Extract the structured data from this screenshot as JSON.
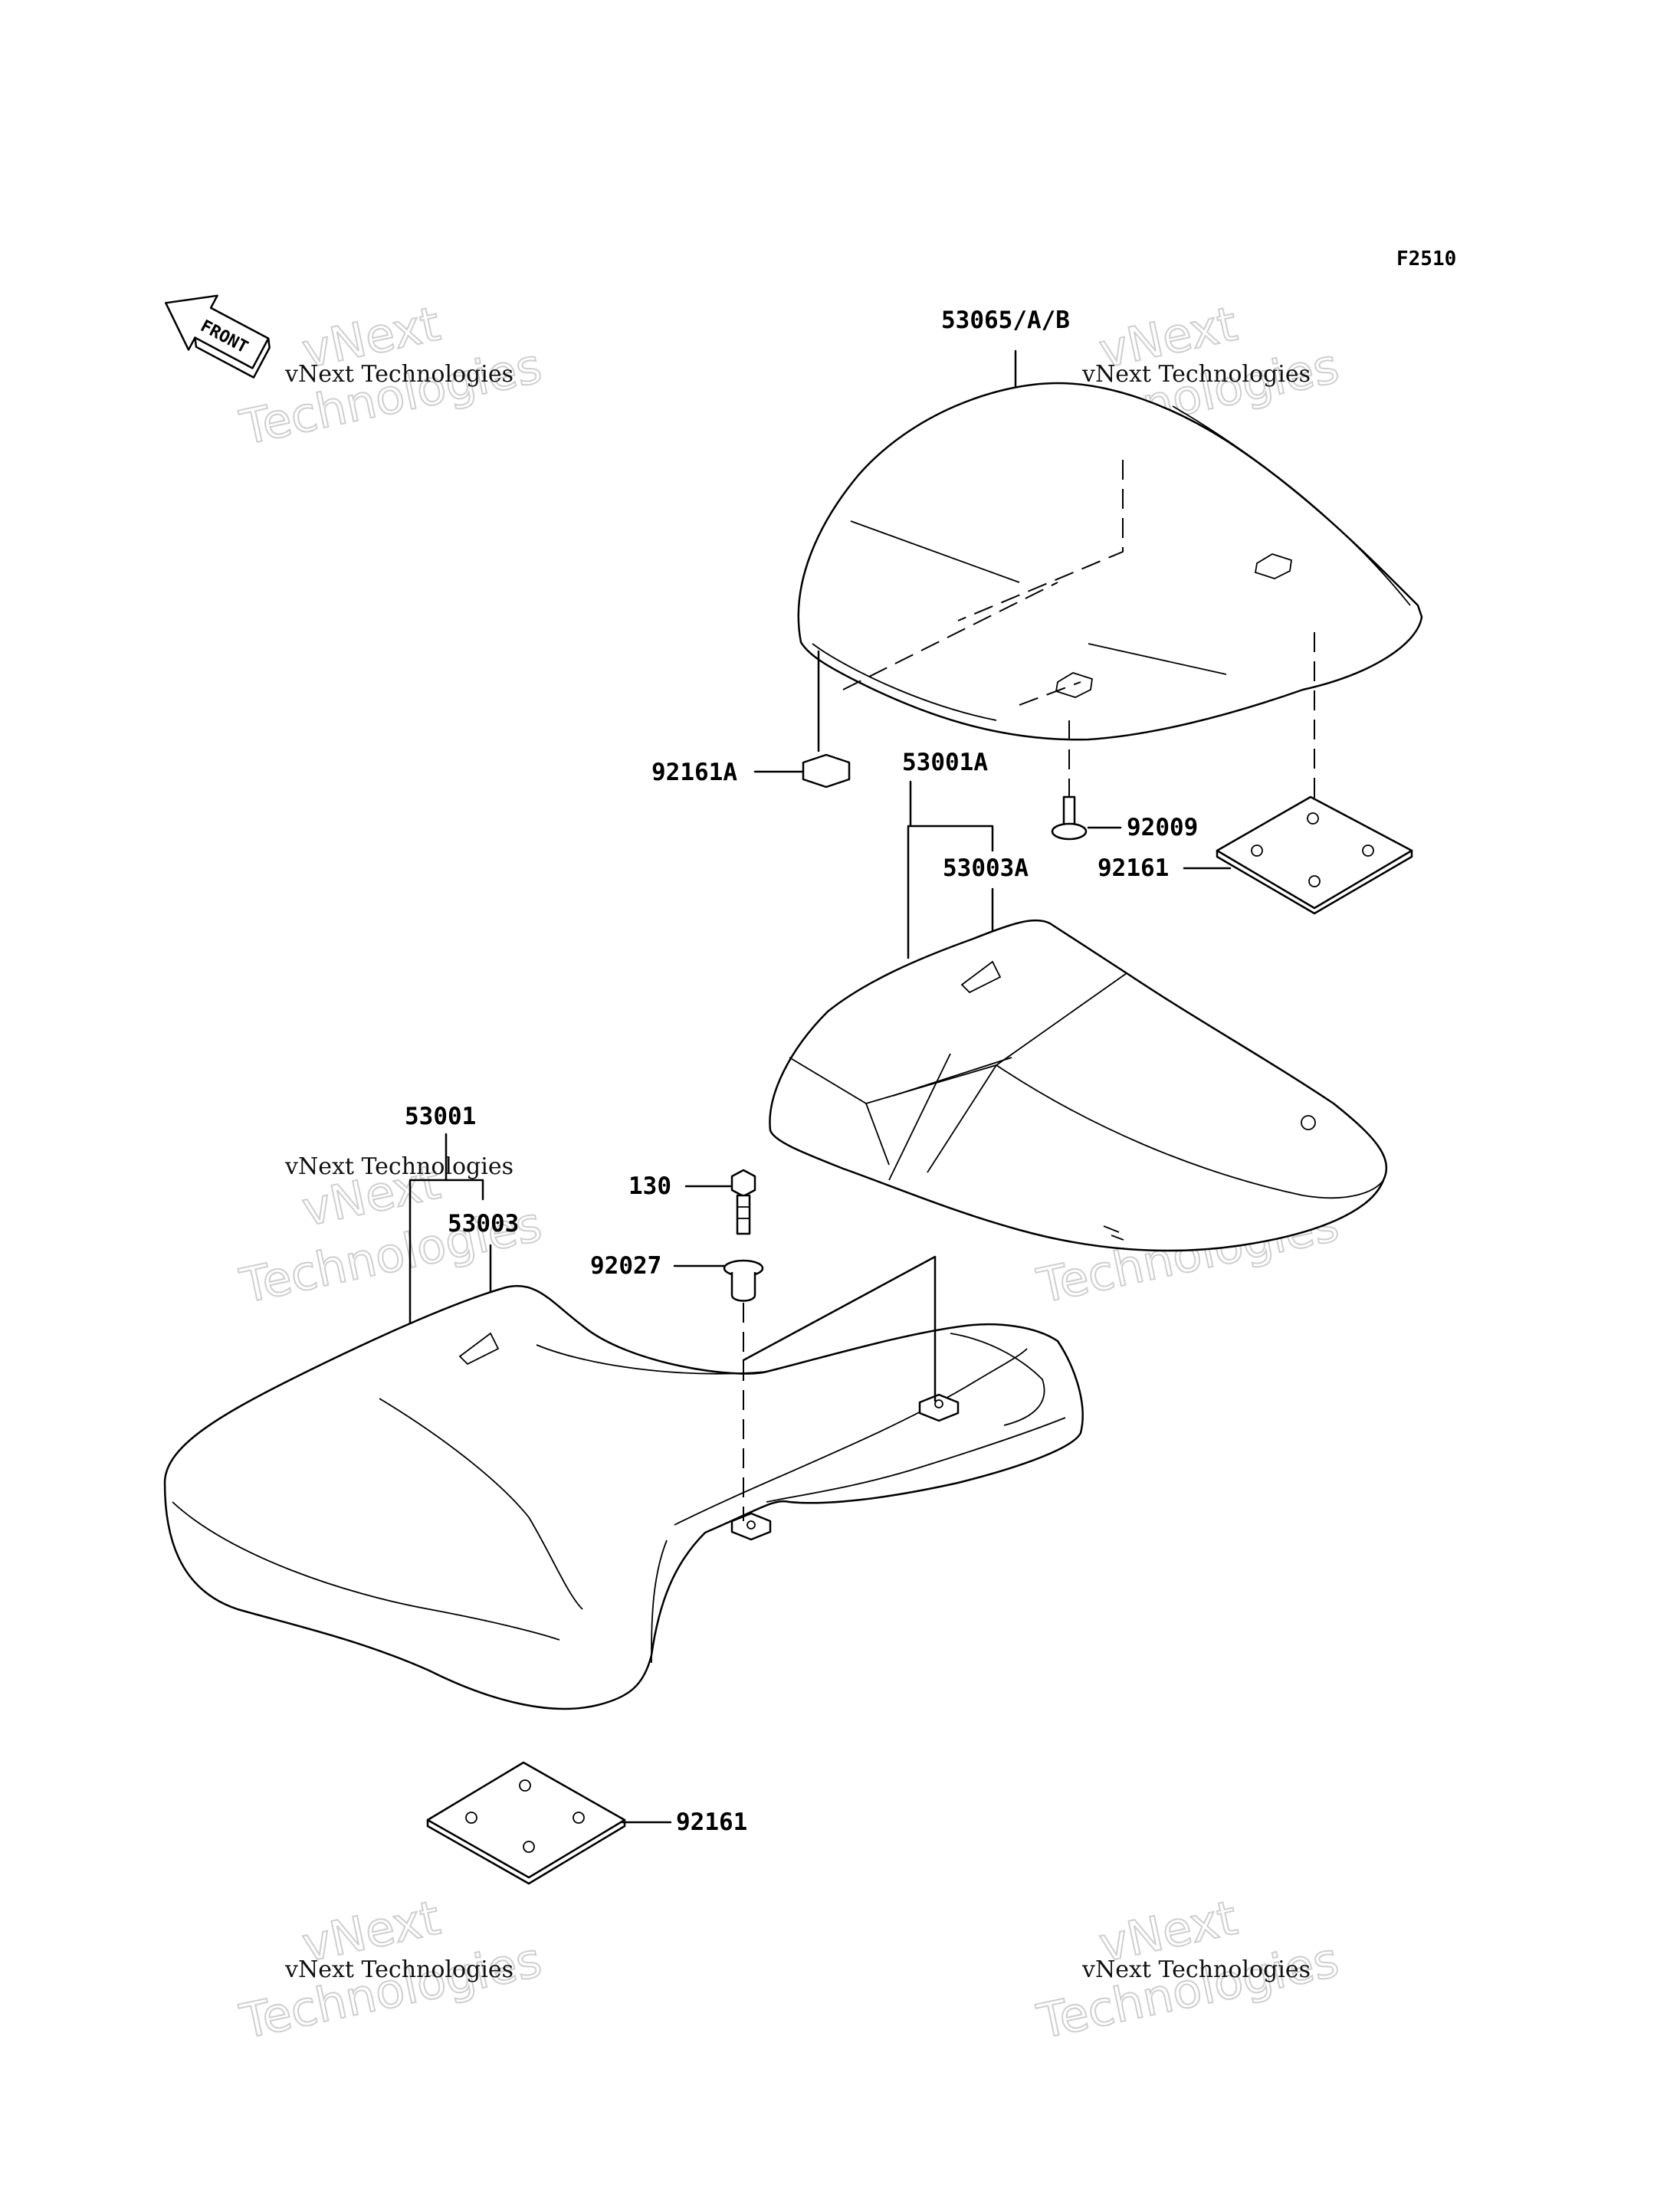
{
  "diagram_code": "F2510",
  "front_arrow_label": "FRONT",
  "watermark": {
    "small_text": "vNext Technologies",
    "big_line1": "vNext",
    "big_line2": "Technologies"
  },
  "parts": {
    "seat_cover": "53065/A/B",
    "rubber_92161A": "92161A",
    "rear_seat": "53001A",
    "rear_seat_cover": "53003A",
    "bolt_92009": "92009",
    "damper_92161_rear": "92161",
    "front_seat": "53001",
    "front_seat_cover": "53003",
    "bolt_130": "130",
    "collar_92027": "92027",
    "damper_92161_front": "92161"
  }
}
